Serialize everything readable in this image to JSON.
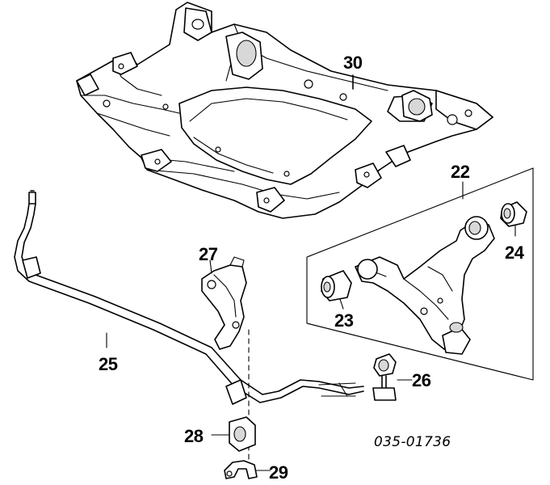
{
  "diagram": {
    "callouts": {
      "p30": "30",
      "p22": "22",
      "p24": "24",
      "p27": "27",
      "p23": "23",
      "p25": "25",
      "p26": "26",
      "p28": "28",
      "p29": "29"
    },
    "reference_code": "035-01736"
  }
}
